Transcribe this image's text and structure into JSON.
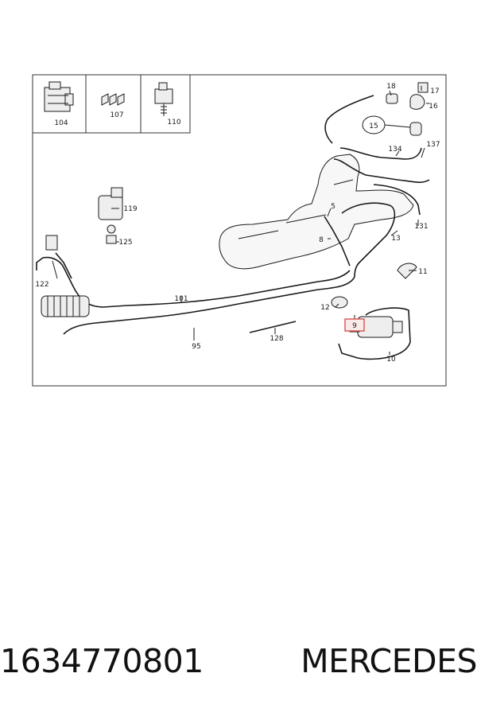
{
  "diagram": {
    "inset_labels": [
      "104",
      "107",
      "110"
    ],
    "callouts": [
      "18",
      "17",
      "16",
      "15",
      "134",
      "137",
      "119",
      "125",
      "5",
      "8",
      "131",
      "13",
      "11",
      "122",
      "101",
      "12",
      "9",
      "95",
      "128",
      "10"
    ],
    "highlighted_part": "9",
    "highlight_color": "#d9534f"
  },
  "caption": {
    "part_number": "1634770801",
    "brand": "MERCEDES"
  }
}
